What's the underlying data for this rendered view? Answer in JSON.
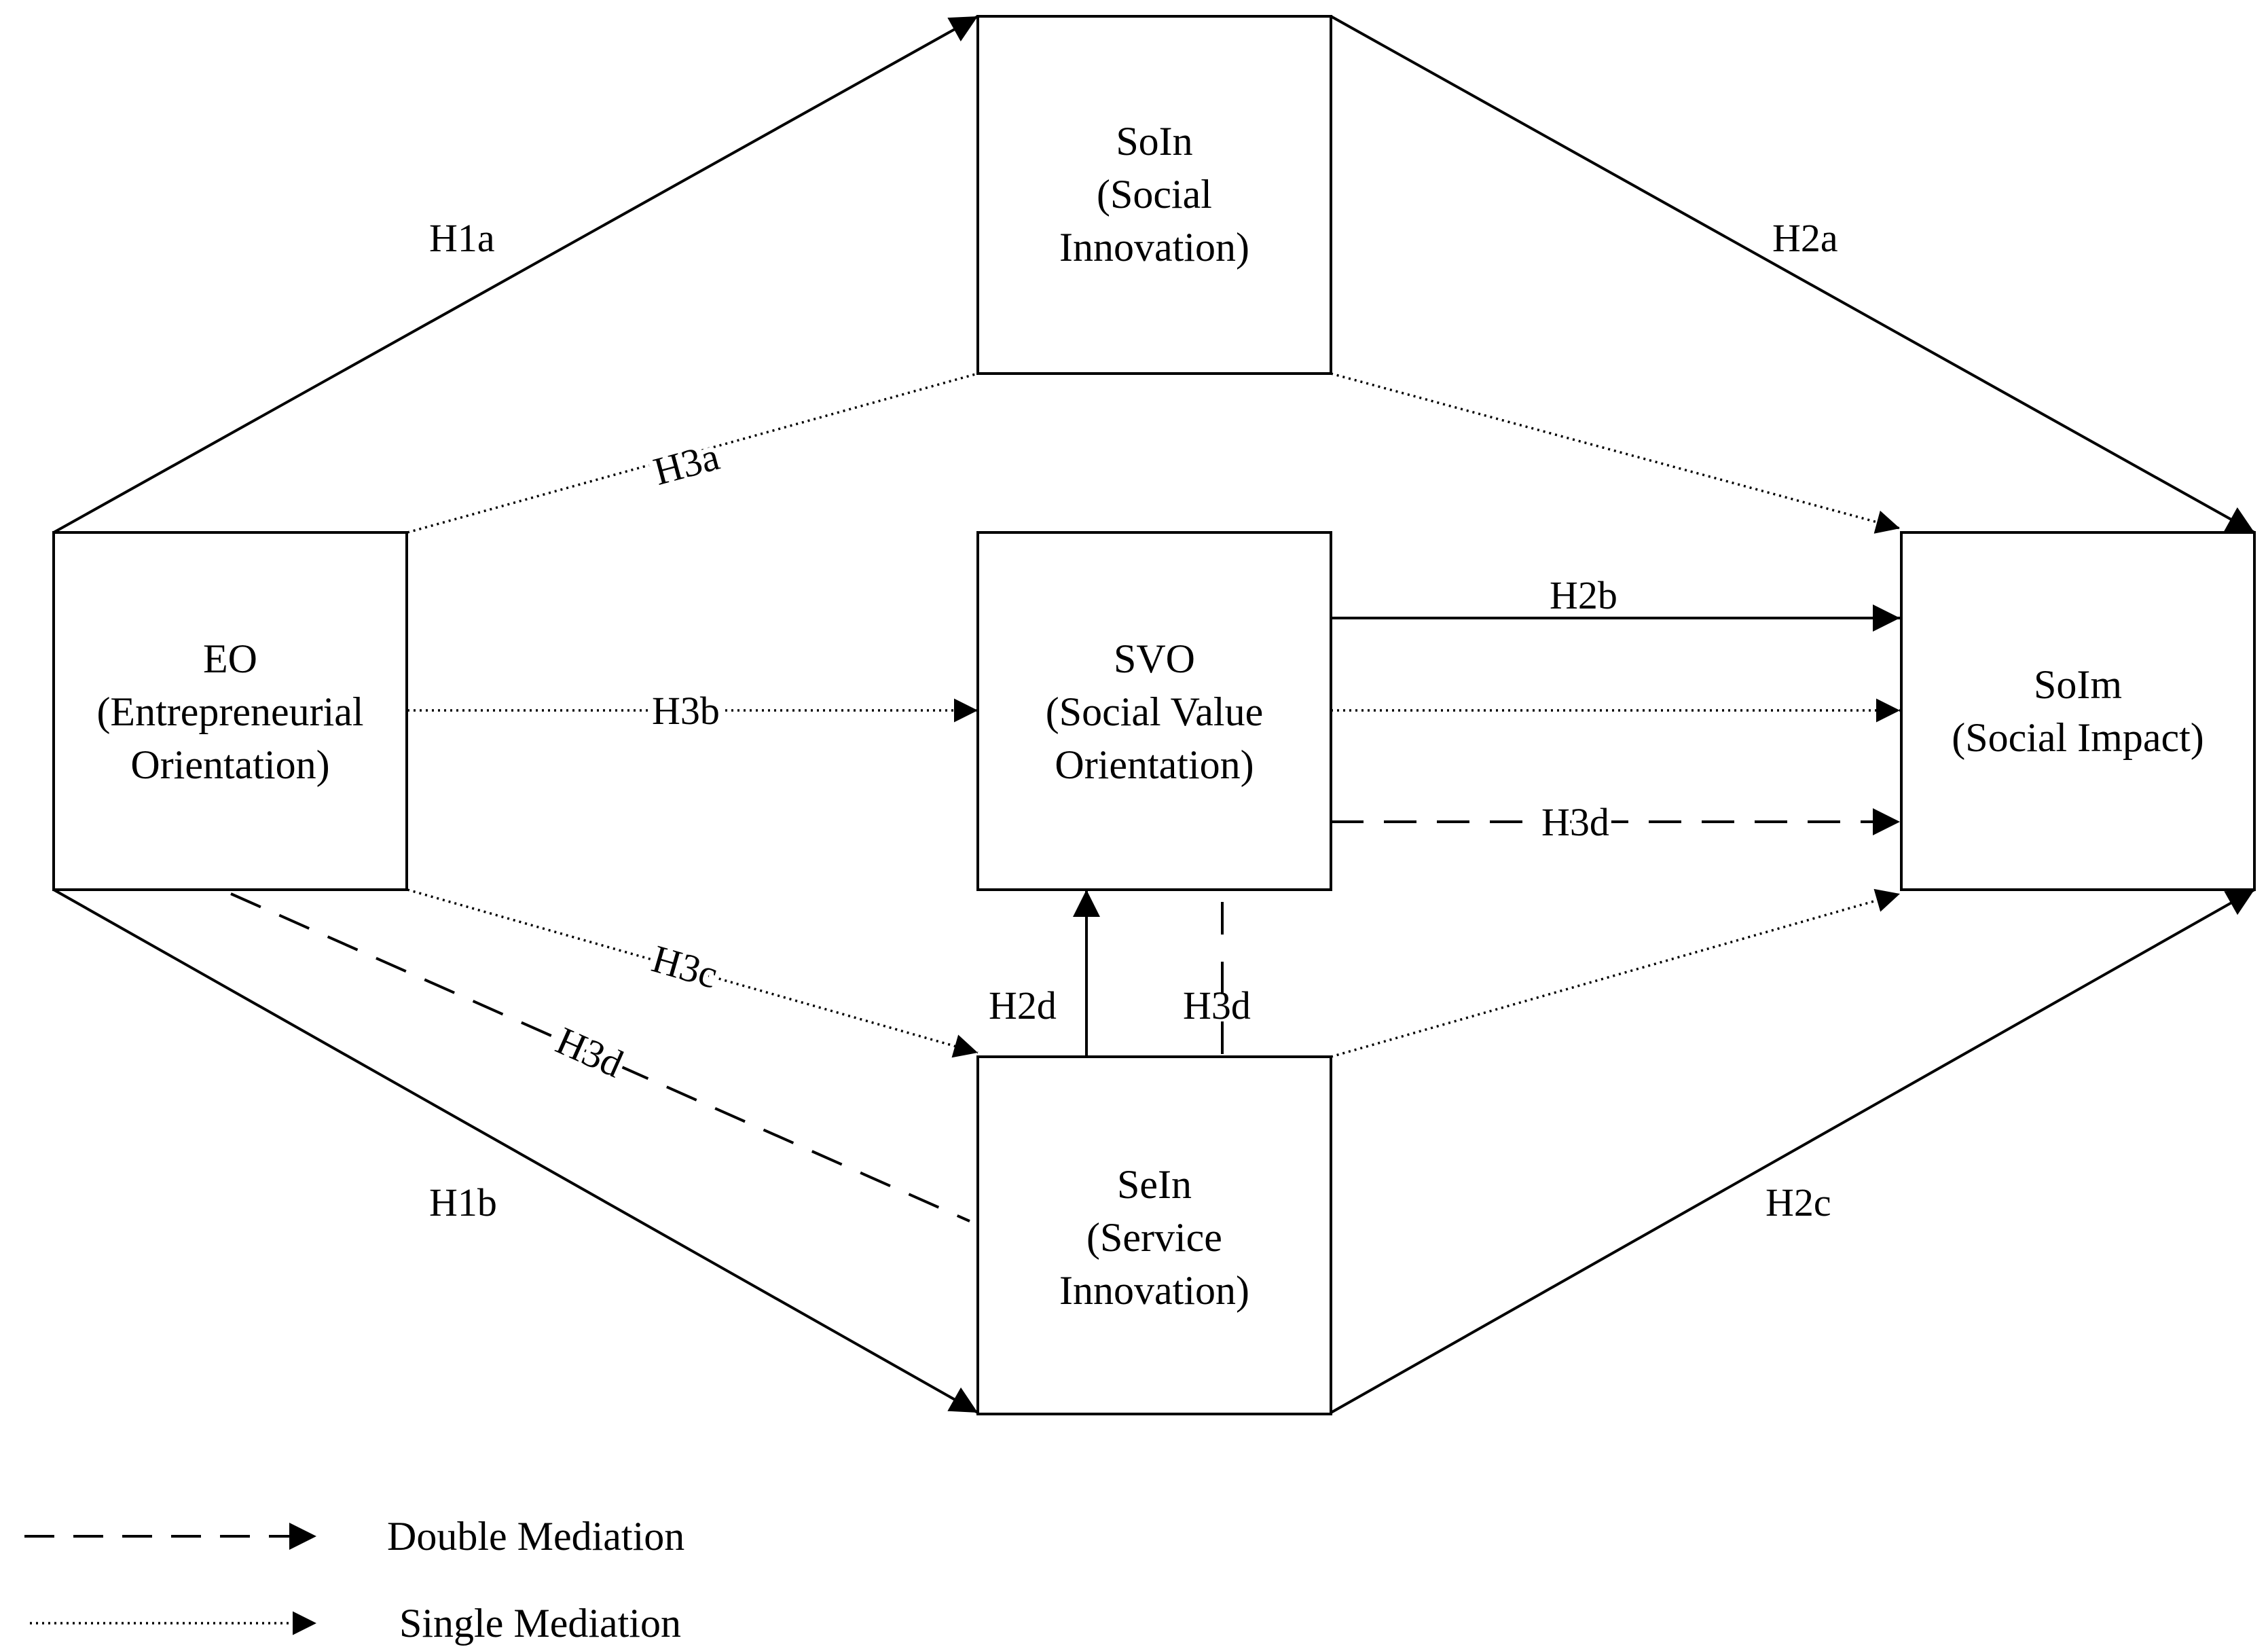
{
  "nodes": {
    "eo": {
      "line1": "EO",
      "line2": "(Entrepreneurial",
      "line3": "Orientation)"
    },
    "soin": {
      "line1": "SoIn",
      "line2": "(Social",
      "line3": "Innovation)"
    },
    "svo": {
      "line1": "SVO",
      "line2": "(Social Value",
      "line3": "Orientation)"
    },
    "sein": {
      "line1": "SeIn",
      "line2": "(Service",
      "line3": "Innovation)"
    },
    "soim": {
      "line1": "SoIm",
      "line2": "(Social Impact)"
    }
  },
  "paths": {
    "h1a": "H1a",
    "h1b": "H1b",
    "h2a": "H2a",
    "h2b": "H2b",
    "h2c": "H2c",
    "h2d": "H2d",
    "h3a": "H3a",
    "h3b": "H3b",
    "h3c": "H3c",
    "h3d_eo_sein": "H3d",
    "h3d_vertical": "H3d",
    "h3d_svo_soim": "H3d"
  },
  "legend": {
    "double": "Double Mediation",
    "single": "Single Mediation"
  }
}
